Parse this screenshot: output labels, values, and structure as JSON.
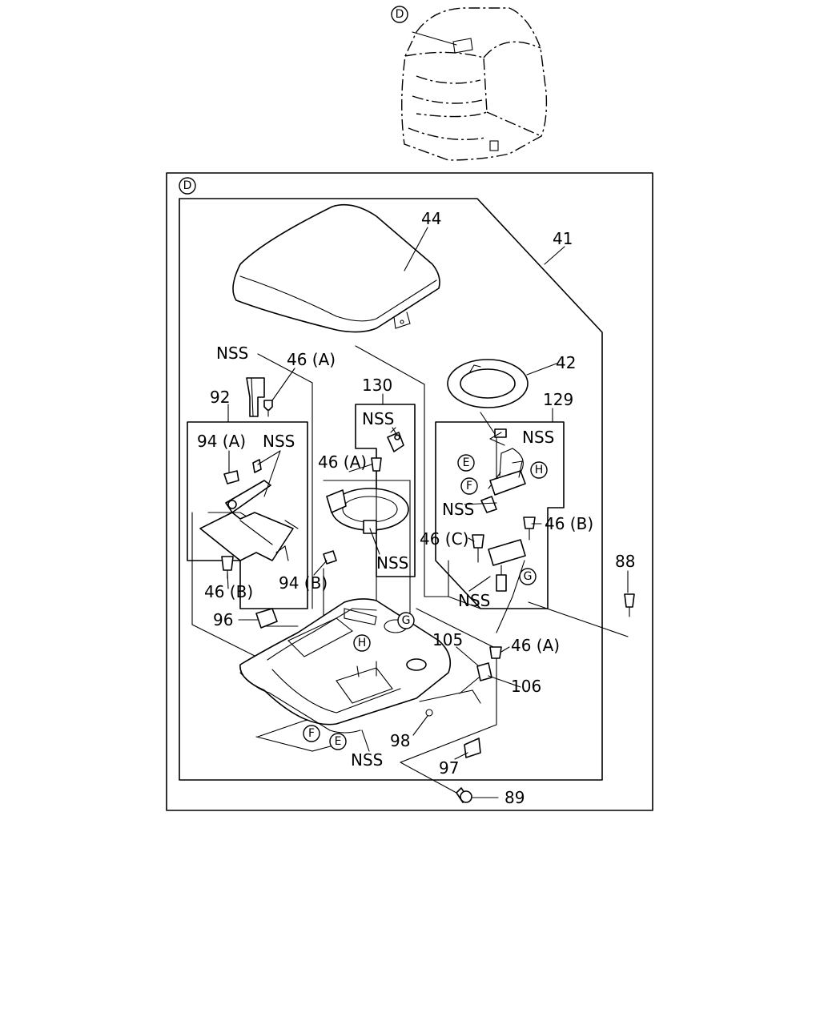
{
  "callouts": {
    "top_view": "D",
    "panel": "D",
    "e1": "E",
    "e2": "E",
    "f1": "F",
    "f2": "F",
    "g1": "G",
    "g2": "G",
    "h1": "H",
    "h2": "H"
  },
  "labels": {
    "p44": "44",
    "p41": "41",
    "p42": "42",
    "p129": "129",
    "p130": "130",
    "p92": "92",
    "p88": "88",
    "p89": "89",
    "p96": "96",
    "p97": "97",
    "p98": "98",
    "p105": "105",
    "p106": "106",
    "p46a_top": "46 (A)",
    "p46a_mid": "46 (A)",
    "p46a_right": "46 (A)",
    "p46b_left": "46 (B)",
    "p46b_right": "46 (B)",
    "p46c": "46 (C)",
    "p94a": "94 (A)",
    "p94b": "94 (B)",
    "nss1": "NSS",
    "nss2": "NSS",
    "nss3": "NSS",
    "nss4": "NSS",
    "nss5": "NSS",
    "nss6": "NSS",
    "nss7": "NSS",
    "nss8": "NSS"
  }
}
